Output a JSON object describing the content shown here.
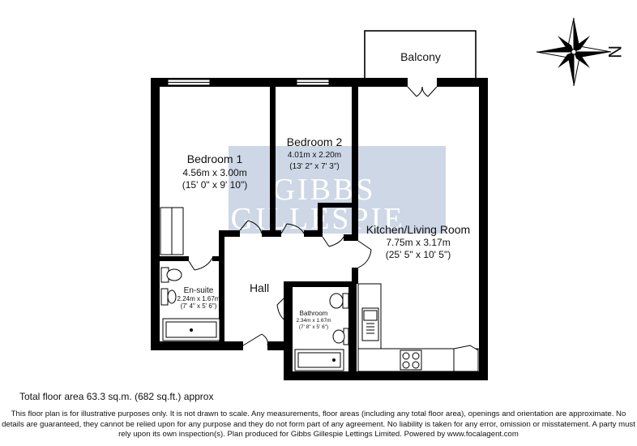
{
  "rooms": {
    "balcony": {
      "name": "Balcony"
    },
    "bedroom1": {
      "name": "Bedroom 1",
      "metric": "4.56m x 3.00m",
      "imperial": "(15' 0\" x 9' 10\")"
    },
    "bedroom2": {
      "name": "Bedroom 2",
      "metric": "4.01m x 2.20m",
      "imperial": "(13' 2\" x 7' 3\")"
    },
    "kitchen": {
      "name": "Kitchen/Living Room",
      "metric": "7.75m x 3.17m",
      "imperial": "(25' 5\" x 10' 5\")"
    },
    "ensuite": {
      "name": "En-suite",
      "metric": "2.24m x 1.67m",
      "imperial": "(7' 4\" x 5' 6\")"
    },
    "hall": {
      "name": "Hall"
    },
    "bathroom": {
      "name": "Bathroom",
      "metric": "2.34m x 1.67m",
      "imperial": "(7' 8\" x 5' 6\")"
    }
  },
  "watermark": {
    "line1": "GIBBS",
    "line2": "GILLESPIE",
    "color": "#cdd7e6"
  },
  "compass": {
    "north_label": "N",
    "icon": "compass-rose-icon"
  },
  "footer": {
    "total_area": "Total floor area 63.3 sq.m. (682 sq.ft.) approx",
    "disclaimer": "This floor plan is for illustrative purposes only. It is not drawn to scale. Any measurements, floor areas (including any total floor area), openings and orientation are approximate. No details are guaranteed, they cannot be relied upon for any purpose and they do not form part of any agreement. No liability is taken for any error, omission or misstatement. A party must rely upon its own inspection(s). Plan produced for Gibbs Gillespie Lettings Limited. Powered by www.focalagent.com"
  },
  "colors": {
    "wall": "#000000",
    "background": "#ffffff"
  }
}
